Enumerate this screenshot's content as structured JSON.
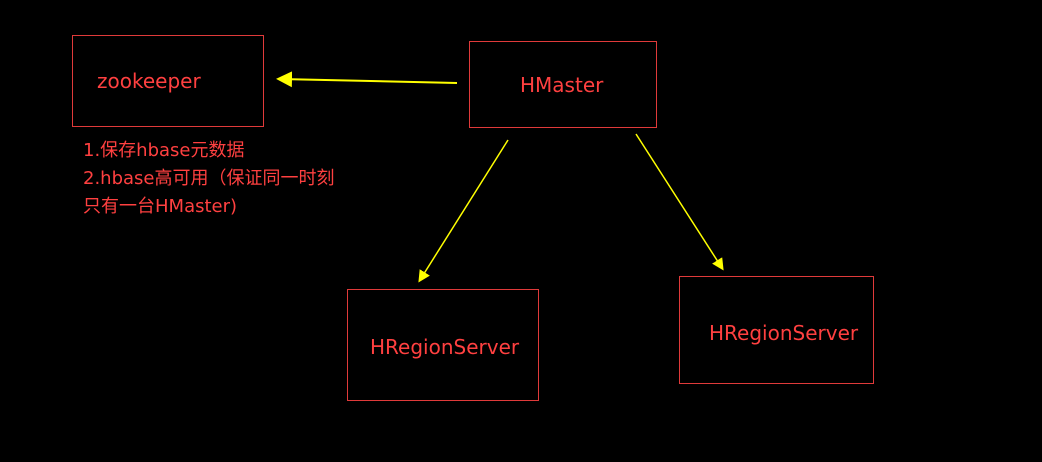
{
  "diagram": {
    "nodes": {
      "zookeeper": "zookeeper",
      "hmaster": "HMaster",
      "region_server_1": "HRegionServer",
      "region_server_2": "HRegionServer"
    },
    "notes": [
      "1.保存hbase元数据",
      "2.hbase高可用（保证同一时刻",
      "只有一台HMaster)"
    ],
    "colors": {
      "background": "#000000",
      "box_border": "#e03a3a",
      "text": "#ff4040",
      "arrow": "#ffff00"
    },
    "edges": [
      {
        "from": "HMaster",
        "to": "zookeeper"
      },
      {
        "from": "HMaster",
        "to": "HRegionServer (left)"
      },
      {
        "from": "HMaster",
        "to": "HRegionServer (right)"
      }
    ]
  }
}
